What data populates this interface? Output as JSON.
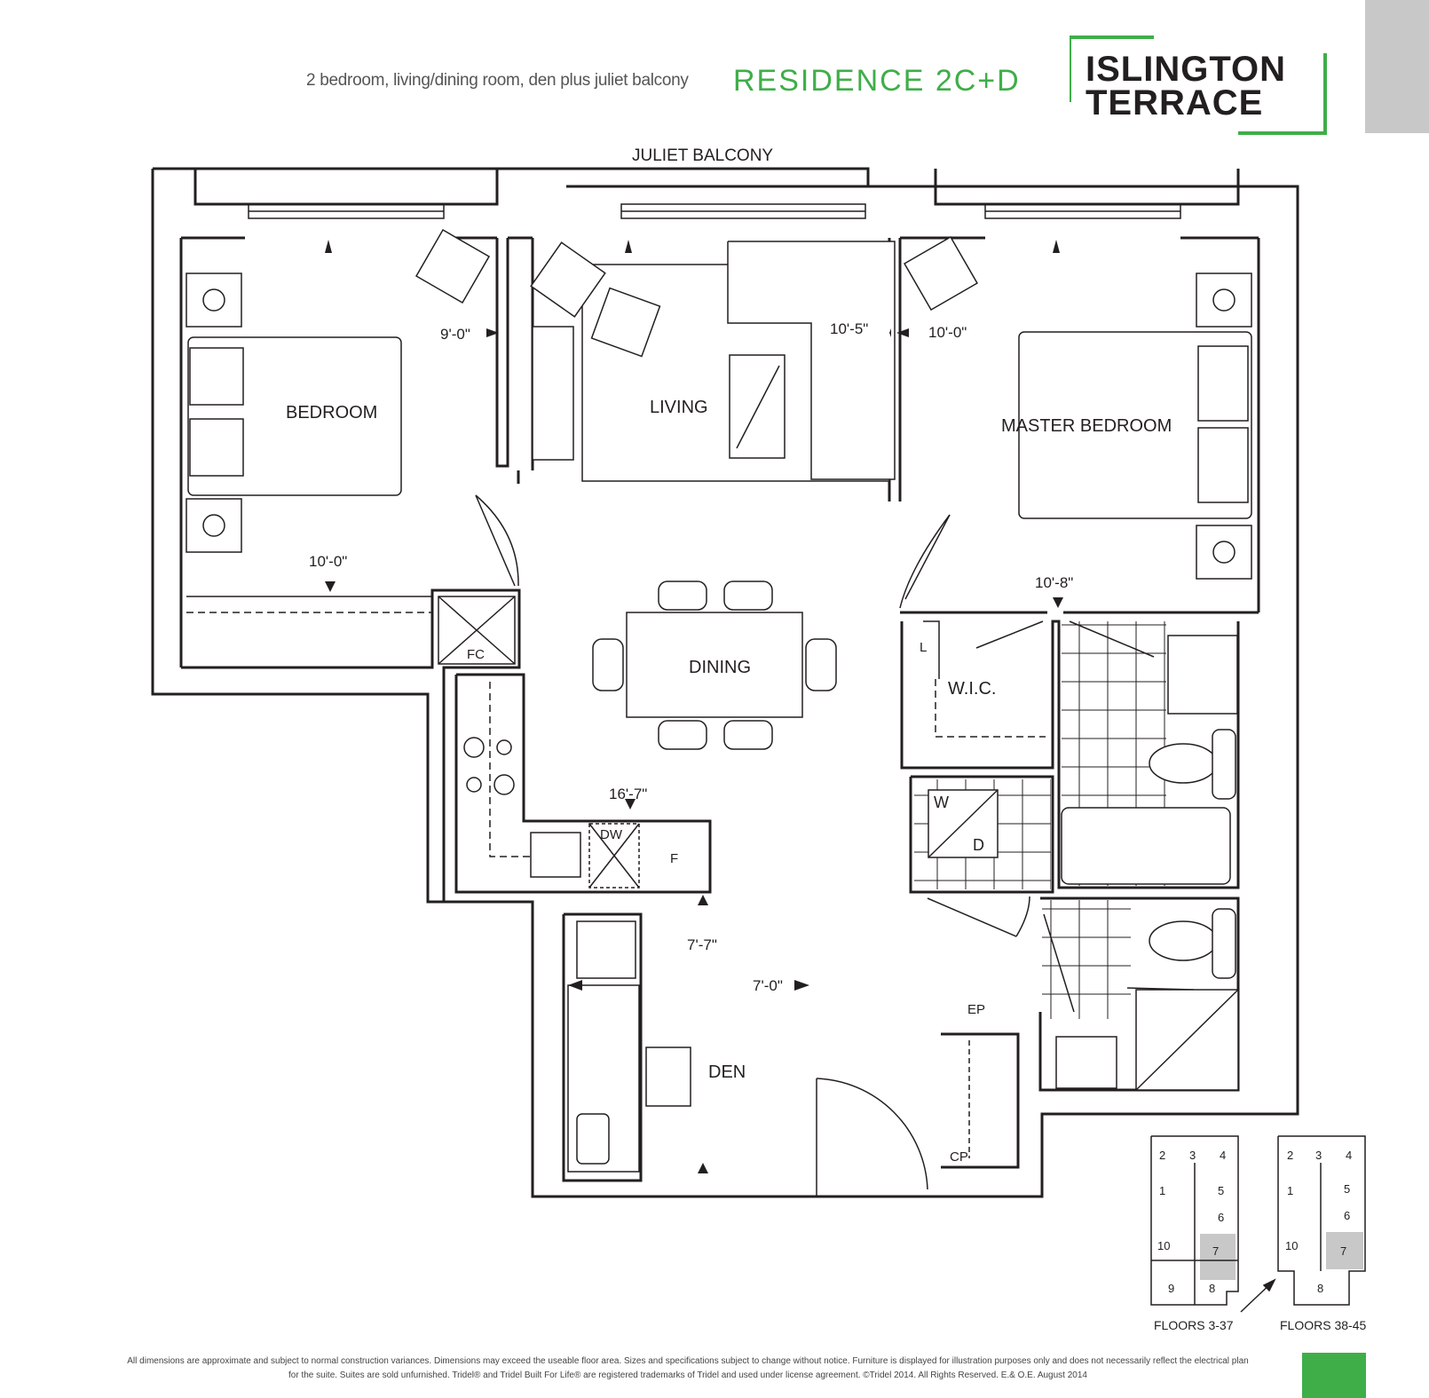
{
  "header": {
    "description": "2 bedroom, living/dining room, den plus juliet balcony",
    "residence_title": "RESIDENCE 2C+D",
    "logo_line1": "ISLINGTON",
    "logo_line2": "TERRACE"
  },
  "plan": {
    "balcony_label": "JULIET BALCONY",
    "rooms": {
      "bedroom": "BEDROOM",
      "living": "LIVING",
      "master_bedroom": "MASTER BEDROOM",
      "dining": "DINING",
      "wic": "W.I.C.",
      "den": "DEN"
    },
    "dimensions": {
      "bedroom_width": "9'-0\"",
      "bedroom_length": "10'-0\"",
      "living_width": "10'-5\"",
      "master_width": "10'-0\"",
      "master_length": "10'-8\"",
      "kitchen_length": "16'-7\"",
      "den_length": "7'-7\"",
      "den_width": "7'-0\""
    },
    "fixtures": {
      "fc": "FC",
      "dw": "DW",
      "fridge": "F",
      "linen": "L",
      "washer": "W",
      "dryer": "D",
      "ep": "EP",
      "cp": "CP"
    }
  },
  "keyplans": [
    {
      "caption": "FLOORS 3-37",
      "units": [
        "2",
        "3",
        "4",
        "1",
        "5",
        "6",
        "10",
        "7",
        "9",
        "8"
      ],
      "highlight": "7"
    },
    {
      "caption": "FLOORS 38-45",
      "units": [
        "2",
        "3",
        "4",
        "1",
        "5",
        "6",
        "10",
        "7",
        "8"
      ],
      "highlight": "7"
    }
  ],
  "disclaimer": "All dimensions are approximate and subject to normal construction variances. Dimensions may exceed the useable floor area. Sizes and specifications subject to change without notice. Furniture is displayed for illustration purposes only and does not necessarily reflect the electrical plan for the suite. Suites are sold unfurnished. Tridel® and Tridel Built For Life® are registered trademarks of Tridel and used under license agreement. ©Tridel 2014. All Rights Reserved. E.& O.E. August 2014",
  "colors": {
    "accent_green": "#3fae49",
    "ink": "#231f20",
    "keyplan_highlight": "#c8c8c8"
  }
}
